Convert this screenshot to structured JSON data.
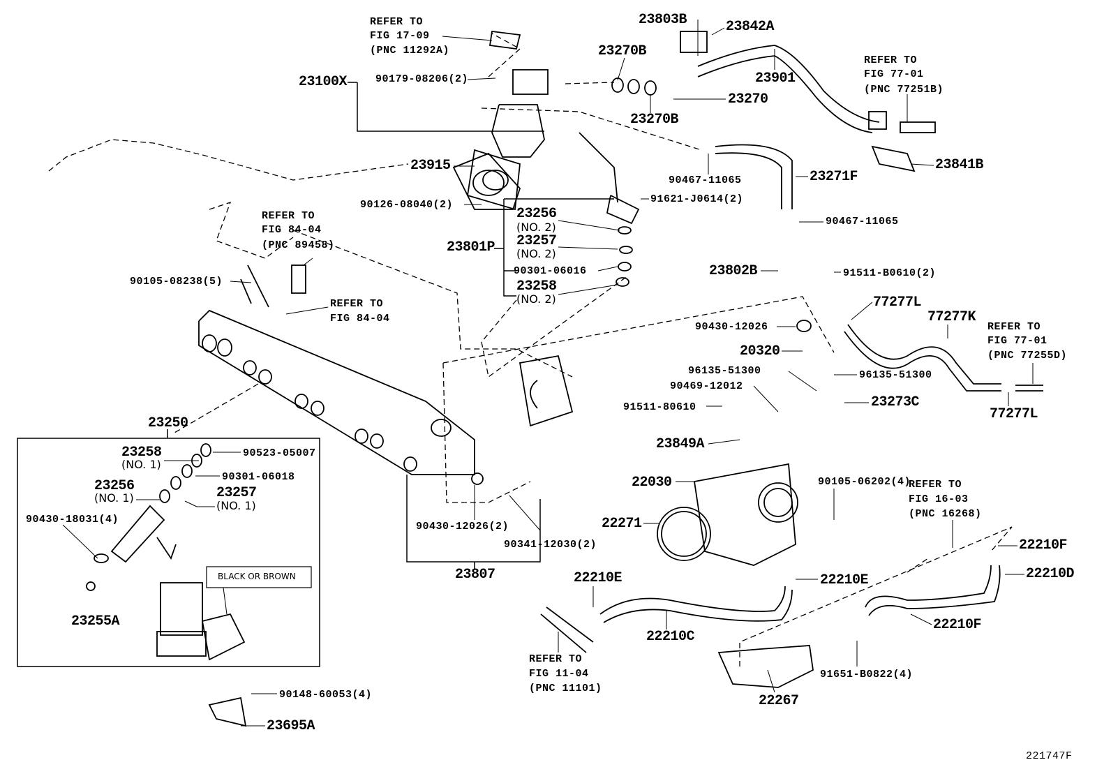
{
  "diagram_title_code": "221747F",
  "labels": [
    "REFER TO",
    "FIG 17-09",
    "(PNC 11292A)",
    "23100X",
    "90179-08206(2)",
    "23803B",
    "23842A",
    "23270B",
    "23901",
    "REFER TO",
    "FIG 77-01",
    "(PNC 77251B)",
    "23270",
    "23270B",
    "23915",
    "23841B",
    "90467-11065",
    "23271F",
    "90126-08040(2)",
    "91621-J0614(2)",
    "REFER TO",
    "FIG 84-04",
    "(PNC 89458)",
    "23256",
    "(NO. 2)",
    "23801P",
    "23257",
    "(NO. 2)",
    "90467-11065",
    "90301-06016",
    "23802B",
    "91511-B0610(2)",
    "90105-08238(5)",
    "23258",
    "(NO. 2)",
    "REFER TO",
    "FIG 84-04",
    "77277L",
    "77277K",
    "90430-12026",
    "REFER TO",
    "FIG 77-01",
    "(PNC 77255D)",
    "20320",
    "96135-51300",
    "96135-51300",
    "90469-12012",
    "23273C",
    "91511-80610",
    "77277L",
    "23250",
    "23849A",
    "23258",
    "(NO. 1)",
    "90523-05007",
    "90301-06018",
    "22030",
    "90105-06202(4)",
    "REFER TO",
    "FIG 16-03",
    "(PNC 16268)",
    "23256",
    "(NO. 1)",
    "23257",
    "(NO. 1)",
    "90430-18031(4)",
    "22271",
    "90430-12026(2)",
    "90341-12030(2)",
    "22210F",
    "22210D",
    "23807",
    "22210E",
    "22210E",
    "BLACK OR BROWN",
    "23255A",
    "22210F",
    "22210C",
    "REFER TO",
    "FIG 11-04",
    "(PNC 11101)",
    "91651-B0822(4)",
    "90148-60053(4)",
    "22267",
    "23695A"
  ]
}
